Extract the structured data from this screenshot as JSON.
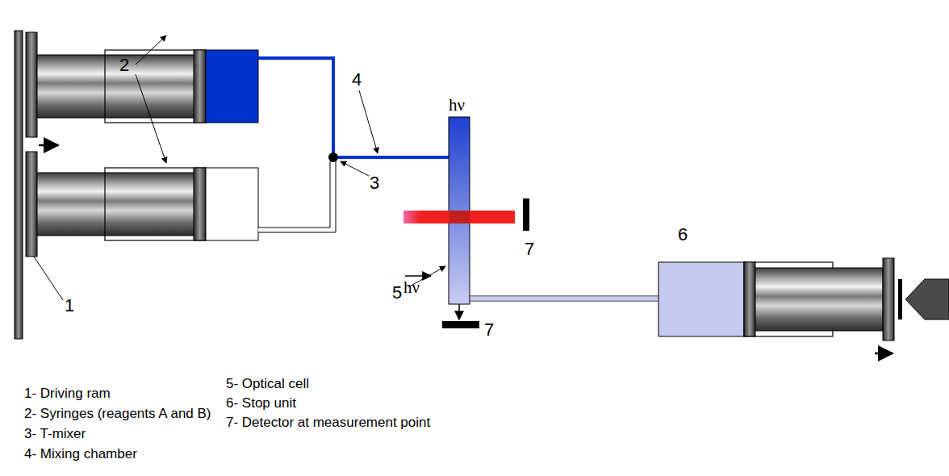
{
  "diagram": {
    "labels": [
      "2",
      "4",
      "3",
      "hν",
      "1",
      "hν",
      "7",
      "5",
      "7",
      "6",
      "1- Driving ram",
      "2- Syringes (reagents A and B)",
      "3- T-mixer",
      "4- Mixing chamber",
      "5- Optical cell",
      "6- Stop unit",
      "7- Detector at measurement point"
    ]
  }
}
